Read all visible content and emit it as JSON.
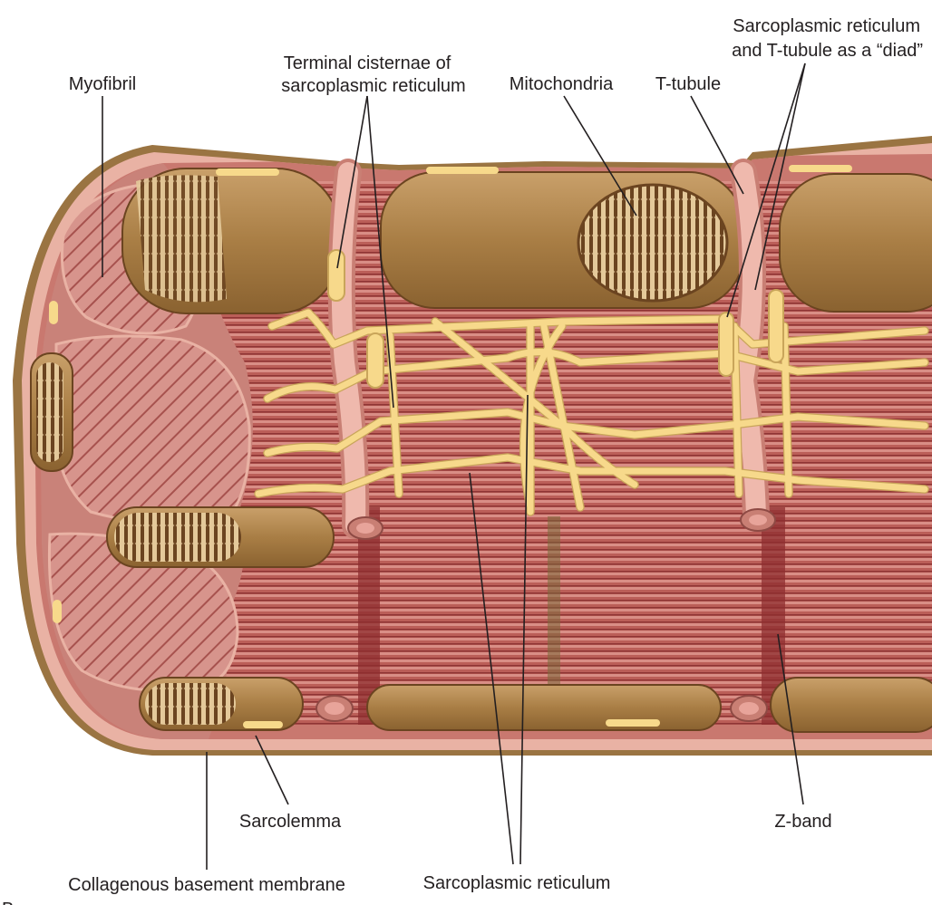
{
  "labels": {
    "myofibril": "Myofibril",
    "terminal_cisternae_line1": "Terminal cisternae of",
    "terminal_cisternae_line2": "sarcoplasmic reticulum",
    "mitochondria": "Mitochondria",
    "t_tubule": "T-tubule",
    "diad_line1": "Sarcoplasmic reticulum",
    "diad_line2": "and T-tubule as a “diad”",
    "sarcolemma": "Sarcolemma",
    "z_band": "Z-band",
    "collagenous_basement_membrane": "Collagenous basement membrane",
    "sarcoplasmic_reticulum": "Sarcoplasmic reticulum",
    "panel_letter": "B"
  },
  "colors": {
    "basement_membrane": "#9a7442",
    "sarcolemma": "#e9b2a4",
    "muscle": "#b85a55",
    "muscle_dark": "#8e2e2f",
    "mitochondria": "#a97e45",
    "cristae": "#6b4420",
    "sarcoplasmic_reticulum": "#f7d98b",
    "t_tubule": "#e8a49a"
  }
}
